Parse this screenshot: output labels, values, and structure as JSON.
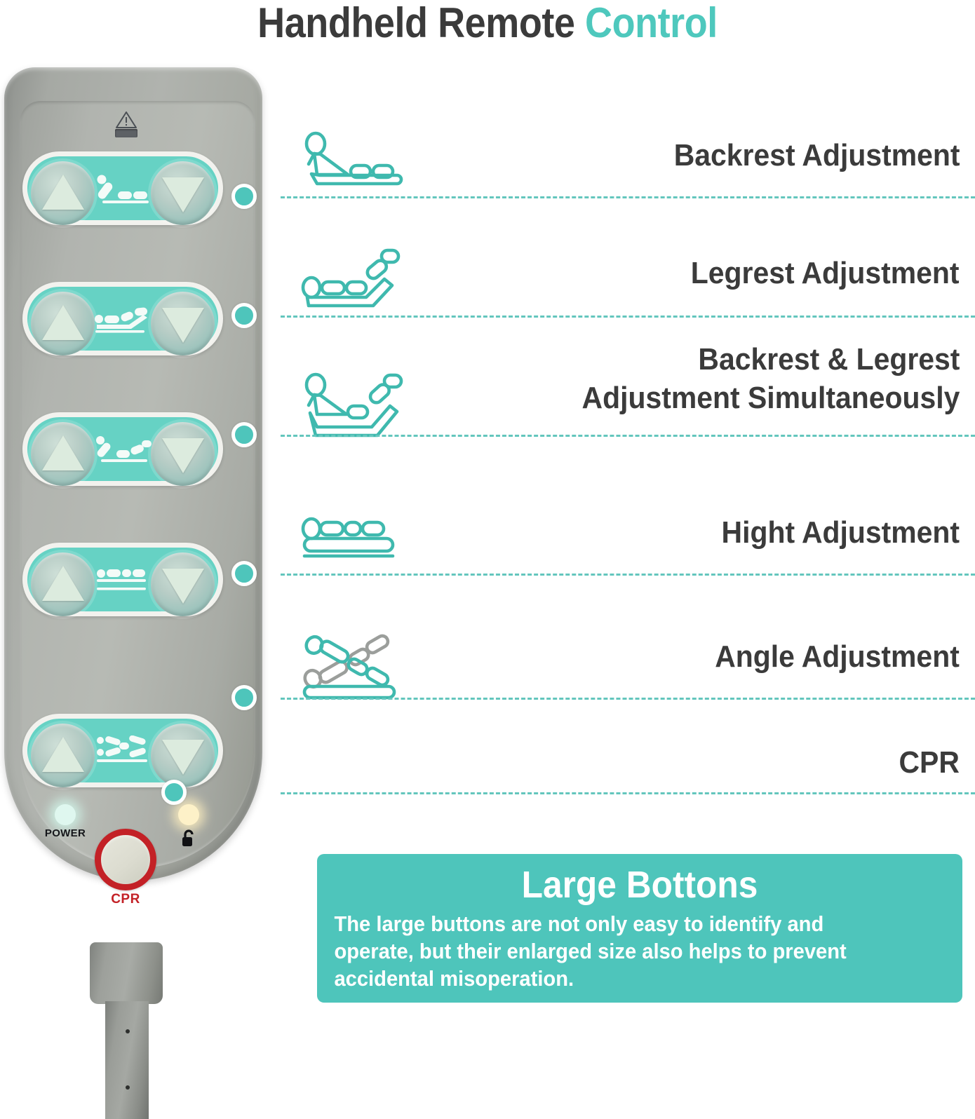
{
  "title": {
    "part1": "Handheld Remote ",
    "part2": "Control",
    "accent_color": "#4ec8bd",
    "dark_color": "#3b3b3b"
  },
  "remote": {
    "warning_icon": "warning-triangle-icon",
    "rows": [
      {
        "glyph": "bed-backrest-raised-icon",
        "up": "up-arrow",
        "down": "down-arrow"
      },
      {
        "glyph": "bed-legrest-raised-icon",
        "up": "up-arrow",
        "down": "down-arrow"
      },
      {
        "glyph": "bed-backrest-legrest-raised-icon",
        "up": "up-arrow",
        "down": "down-arrow"
      },
      {
        "glyph": "bed-flat-height-icon",
        "up": "up-arrow",
        "down": "down-arrow"
      },
      {
        "glyph": "bed-tilt-angle-icon",
        "up": "up-arrow",
        "down": "down-arrow"
      }
    ],
    "power_label": "POWER",
    "lock_icon": "unlocked-padlock-icon",
    "cpr_label": "CPR",
    "cpr_ring_color": "#c32126"
  },
  "features": [
    {
      "icon": "bed-backrest-raised-icon",
      "label": "Backrest Adjustment"
    },
    {
      "icon": "bed-legrest-raised-icon",
      "label": "Legrest Adjustment"
    },
    {
      "icon": "bed-backrest-legrest-raised-icon",
      "label": "Backrest & Legrest\nAdjustment Simultaneously"
    },
    {
      "icon": "bed-flat-height-icon",
      "label": "Hight Adjustment"
    },
    {
      "icon": "bed-tilt-angle-icon",
      "label": "Angle Adjustment"
    },
    {
      "icon": "",
      "label": "CPR"
    }
  ],
  "callout": {
    "heading": "Large Bottons",
    "body": "The large buttons are not only easy to identify and operate, but their enlarged size also helps to prevent accidental misoperation.",
    "background": "#4ec5bb"
  }
}
